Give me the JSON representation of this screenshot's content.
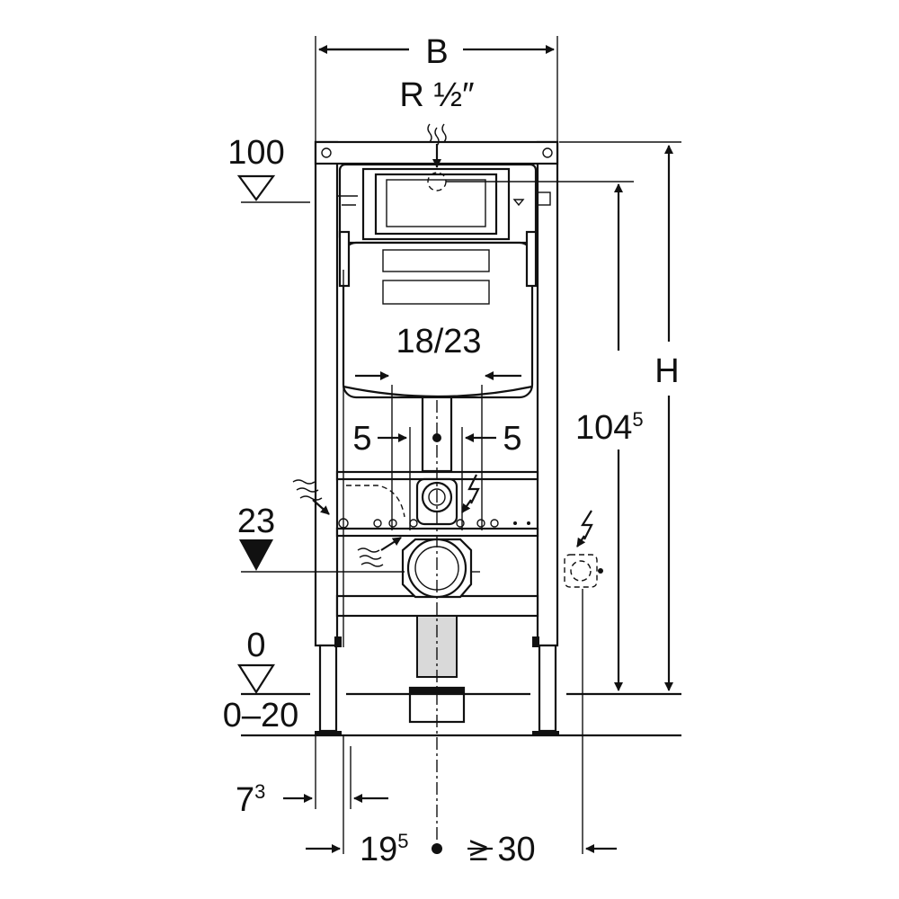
{
  "dimensions": {
    "width_label": "B",
    "height_label": "H",
    "water_connection": "R ½″",
    "top_level": "100",
    "bolt_spacing": "18/23",
    "offset_left": "5",
    "offset_right": "5",
    "install_height_base": "104",
    "install_height_sup": "5",
    "outlet_level": "23",
    "floor_level": "0",
    "floor_adjust": "0–20",
    "foot_depth_base": "7",
    "foot_depth_sup": "3",
    "drain_offset_base": "19",
    "drain_offset_sup": "5",
    "min_distance": "≥ 30"
  },
  "icon_names": [
    "water-wave-icon",
    "power-bolt-icon",
    "level-triangle-icon"
  ]
}
